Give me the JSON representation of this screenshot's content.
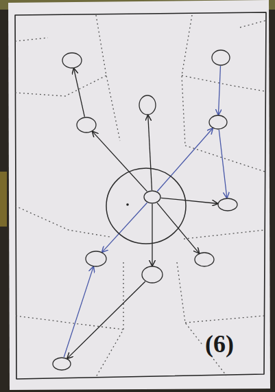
{
  "diagram": {
    "nodes": [
      {
        "text": []
      },
      {
        "text": []
      },
      {
        "text": []
      },
      {
        "text": []
      },
      {
        "text": []
      },
      {
        "text": []
      },
      {
        "text": [],
        "in": 5
      },
      {
        "text": []
      },
      {
        "text": []
      },
      {
        "text": []
      },
      {
        "text": []
      },
      {
        "text": []
      }
    ],
    "edges": [
      {
        "from": 6,
        "to": 3,
        "arrow": "to"
      },
      {
        "from": 6,
        "to": 2,
        "arrow": "to"
      },
      {
        "from": 6,
        "to": 4,
        "arrow": "to"
      },
      {
        "from": 6,
        "to": 7,
        "arrow": "to"
      },
      {
        "from": 6,
        "to": 8,
        "arrow": "to"
      },
      {
        "from": 6,
        "to": 10,
        "arrow": "to"
      },
      {
        "from": 6,
        "to": 9,
        "arrow": "to"
      },
      {
        "from": 3,
        "to": 0,
        "arrow": "to"
      },
      {
        "from": 1,
        "to": 4,
        "arrow": "to"
      },
      {
        "from": 4,
        "to": 7,
        "arrow": "to"
      },
      {
        "from": 11,
        "to": 8,
        "arrow": "to"
      },
      {
        "from": 10,
        "to": 11,
        "arrow": "to"
      }
    ],
    "labels": [
      "(6)"
    ]
  }
}
